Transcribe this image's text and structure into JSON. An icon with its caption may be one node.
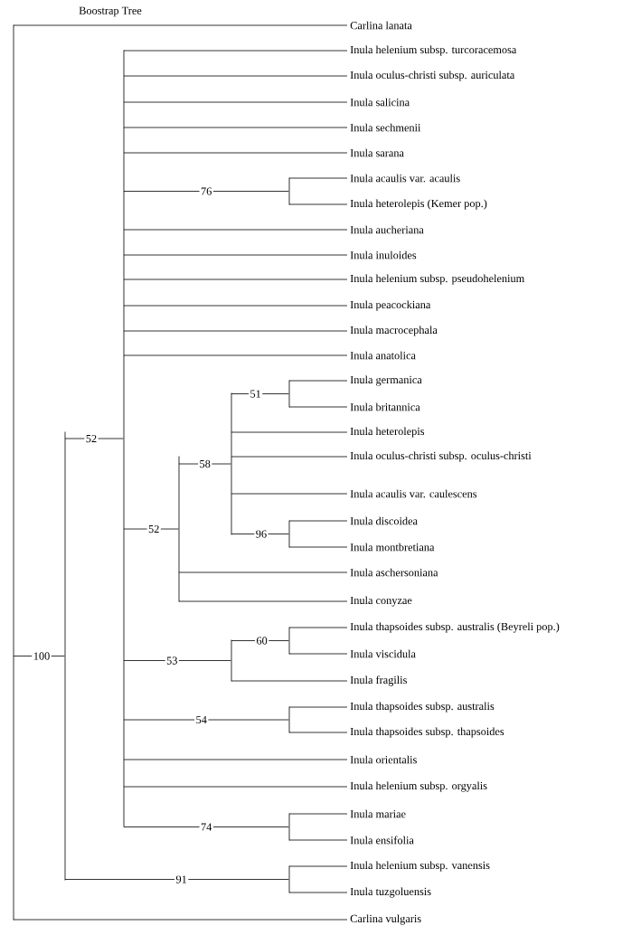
{
  "diagram": {
    "title": "Boostrap Tree",
    "nodes": [
      {
        "text": [],
        "shape": "bar"
      },
      {
        "text": [
          "Carlina lanata"
        ]
      },
      {
        "text": [],
        "shape": "bar"
      },
      {
        "text": [],
        "shape": "bar"
      },
      {
        "text": [
          "Inula helenium subsp. turcoracemosa"
        ]
      },
      {
        "text": [
          "Inula oculus-christi subsp. auriculata"
        ]
      },
      {
        "text": [
          "Inula salicina"
        ]
      },
      {
        "text": [
          "Inula sechmenii"
        ]
      },
      {
        "text": [
          "Inula sarana"
        ]
      },
      {
        "text": [],
        "shape": "bar"
      },
      {
        "text": [
          "Inula acaulis var. acaulis"
        ]
      },
      {
        "text": [
          "Inula heterolepis (Kemer pop.)"
        ]
      },
      {
        "text": [
          "Inula aucheriana"
        ]
      },
      {
        "text": [
          "Inula inuloides"
        ]
      },
      {
        "text": [
          "Inula helenium subsp. pseudohelenium"
        ]
      },
      {
        "text": [
          "Inula peacockiana"
        ]
      },
      {
        "text": [
          "Inula macrocephala"
        ]
      },
      {
        "text": [
          "Inula anatolica"
        ]
      },
      {
        "text": [],
        "shape": "bar"
      },
      {
        "text": [],
        "shape": "bar"
      },
      {
        "text": [],
        "shape": "bar"
      },
      {
        "text": [
          "Inula germanica"
        ]
      },
      {
        "text": [
          "Inula britannica"
        ]
      },
      {
        "text": [
          "Inula heterolepis"
        ]
      },
      {
        "text": [
          "Inula oculus-christi subsp. oculus-christi"
        ]
      },
      {
        "text": [
          "Inula acaulis var. caulescens"
        ]
      },
      {
        "text": [],
        "shape": "bar"
      },
      {
        "text": [
          "Inula discoidea"
        ]
      },
      {
        "text": [
          "Inula montbretiana"
        ]
      },
      {
        "text": [
          "Inula aschersoniana"
        ]
      },
      {
        "text": [
          "Inula conyzae"
        ]
      },
      {
        "text": [],
        "shape": "bar"
      },
      {
        "text": [],
        "shape": "bar"
      },
      {
        "text": [
          "Inula thapsoides subsp. australis (Beyreli pop.)"
        ]
      },
      {
        "text": [
          "Inula viscidula"
        ]
      },
      {
        "text": [
          "Inula fragilis"
        ]
      },
      {
        "text": [],
        "shape": "bar"
      },
      {
        "text": [
          "Inula thapsoides subsp. australis"
        ]
      },
      {
        "text": [
          "Inula thapsoides subsp. thapsoides"
        ]
      },
      {
        "text": [
          "Inula orientalis"
        ]
      },
      {
        "text": [
          "Inula helenium subsp. orgyalis"
        ]
      },
      {
        "text": [],
        "shape": "bar"
      },
      {
        "text": [
          "Inula mariae"
        ]
      },
      {
        "text": [
          "Inula ensifolia"
        ]
      },
      {
        "text": [],
        "shape": "bar"
      },
      {
        "text": [
          "Inula helenium subsp. vanensis"
        ]
      },
      {
        "text": [
          "Inula tuzgoluensis"
        ]
      },
      {
        "text": [
          "Carlina vulgaris"
        ]
      }
    ],
    "edges": [
      {
        "from": 0,
        "to": 1,
        "arrow": "none"
      },
      {
        "from": 0,
        "to": 2,
        "arrow": "none",
        "label": "100"
      },
      {
        "from": 0,
        "to": 47,
        "arrow": "none"
      },
      {
        "from": 2,
        "to": 3,
        "arrow": "none",
        "label": "52"
      },
      {
        "from": 2,
        "to": 44,
        "arrow": "none",
        "label": "91"
      },
      {
        "from": 3,
        "to": 4,
        "arrow": "none"
      },
      {
        "from": 3,
        "to": 5,
        "arrow": "none"
      },
      {
        "from": 3,
        "to": 6,
        "arrow": "none"
      },
      {
        "from": 3,
        "to": 7,
        "arrow": "none"
      },
      {
        "from": 3,
        "to": 8,
        "arrow": "none"
      },
      {
        "from": 3,
        "to": 9,
        "arrow": "none",
        "label": "76"
      },
      {
        "from": 9,
        "to": 10,
        "arrow": "none"
      },
      {
        "from": 9,
        "to": 11,
        "arrow": "none"
      },
      {
        "from": 3,
        "to": 12,
        "arrow": "none"
      },
      {
        "from": 3,
        "to": 13,
        "arrow": "none"
      },
      {
        "from": 3,
        "to": 14,
        "arrow": "none"
      },
      {
        "from": 3,
        "to": 15,
        "arrow": "none"
      },
      {
        "from": 3,
        "to": 16,
        "arrow": "none"
      },
      {
        "from": 3,
        "to": 17,
        "arrow": "none"
      },
      {
        "from": 3,
        "to": 18,
        "arrow": "none",
        "label": "52"
      },
      {
        "from": 18,
        "to": 19,
        "arrow": "none",
        "label": "58"
      },
      {
        "from": 19,
        "to": 20,
        "arrow": "none",
        "label": "51"
      },
      {
        "from": 20,
        "to": 21,
        "arrow": "none"
      },
      {
        "from": 20,
        "to": 22,
        "arrow": "none"
      },
      {
        "from": 19,
        "to": 23,
        "arrow": "none"
      },
      {
        "from": 19,
        "to": 24,
        "arrow": "none"
      },
      {
        "from": 19,
        "to": 25,
        "arrow": "none"
      },
      {
        "from": 19,
        "to": 26,
        "arrow": "none",
        "label": "96"
      },
      {
        "from": 26,
        "to": 27,
        "arrow": "none"
      },
      {
        "from": 26,
        "to": 28,
        "arrow": "none"
      },
      {
        "from": 18,
        "to": 29,
        "arrow": "none"
      },
      {
        "from": 18,
        "to": 30,
        "arrow": "none"
      },
      {
        "from": 3,
        "to": 31,
        "arrow": "none",
        "label": "53"
      },
      {
        "from": 31,
        "to": 32,
        "arrow": "none",
        "label": "60"
      },
      {
        "from": 32,
        "to": 33,
        "arrow": "none"
      },
      {
        "from": 32,
        "to": 34,
        "arrow": "none"
      },
      {
        "from": 31,
        "to": 35,
        "arrow": "none"
      },
      {
        "from": 3,
        "to": 36,
        "arrow": "none",
        "label": "54"
      },
      {
        "from": 36,
        "to": 37,
        "arrow": "none"
      },
      {
        "from": 36,
        "to": 38,
        "arrow": "none"
      },
      {
        "from": 3,
        "to": 39,
        "arrow": "none"
      },
      {
        "from": 3,
        "to": 40,
        "arrow": "none"
      },
      {
        "from": 3,
        "to": 41,
        "arrow": "none",
        "label": "74"
      },
      {
        "from": 41,
        "to": 42,
        "arrow": "none"
      },
      {
        "from": 41,
        "to": 43,
        "arrow": "none"
      },
      {
        "from": 44,
        "to": 45,
        "arrow": "none"
      },
      {
        "from": 44,
        "to": 46,
        "arrow": "none"
      }
    ]
  }
}
